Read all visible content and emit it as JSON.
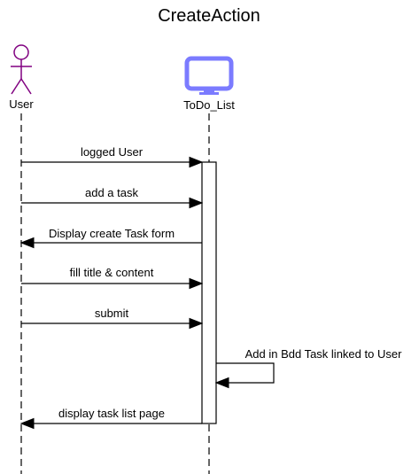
{
  "diagram": {
    "title": "CreateAction",
    "accent_color": "#7b7bff",
    "actor_color": "#800080",
    "participants": {
      "user": {
        "label": "User",
        "icon": "stick-figure-icon"
      },
      "todo": {
        "label": "ToDo_List",
        "icon": "monitor-icon"
      }
    },
    "messages": [
      {
        "label": "logged User",
        "from": "user",
        "to": "todo"
      },
      {
        "label": "add a task",
        "from": "user",
        "to": "todo"
      },
      {
        "label": "Display create Task form",
        "from": "todo",
        "to": "user"
      },
      {
        "label": "fill title & content",
        "from": "user",
        "to": "todo"
      },
      {
        "label": "submit",
        "from": "user",
        "to": "todo"
      },
      {
        "label": "Add in Bdd Task linked to User",
        "from": "todo",
        "to": "todo"
      },
      {
        "label": "display task list page",
        "from": "todo",
        "to": "user"
      }
    ]
  }
}
